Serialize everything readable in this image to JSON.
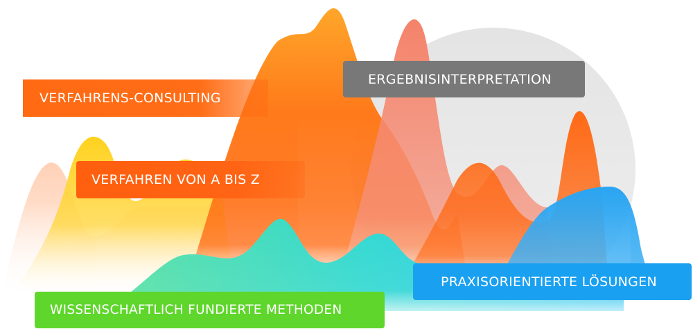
{
  "labels": {
    "consulting": "VERFAHRENS-CONSULTING",
    "interpretation": "ERGEBNISINTERPRETATION",
    "a_bis_z": "VERFAHREN VON A BIS Z",
    "praxis": "PRAXISORIENTIERTE LÖSUNGEN",
    "wissenschaft": "WISSENSCHAFTLICH FUNDIERTE METHODEN"
  },
  "colors": {
    "orange": "#ff6a13",
    "gray": "#787878",
    "blue": "#1aa0f0",
    "green": "#5ed62b",
    "yellow": "#ffd21f",
    "circle": "#e6e6e6"
  }
}
